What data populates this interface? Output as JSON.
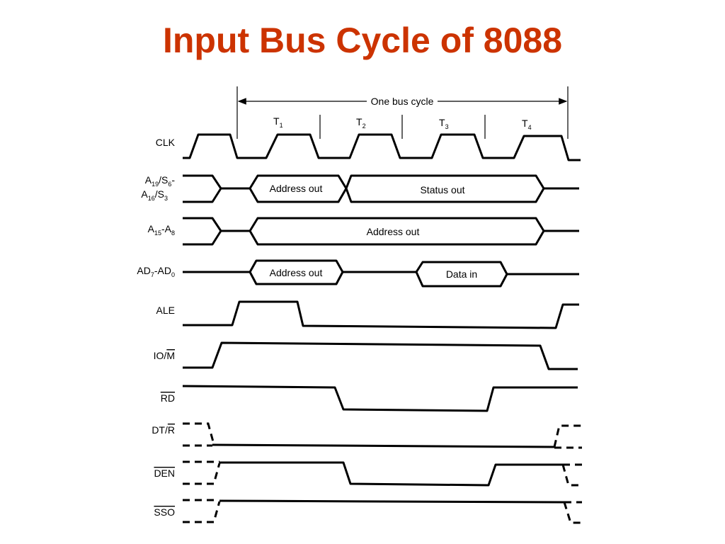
{
  "title": "Input Bus Cycle of 8088",
  "accent_color": "#cc3300",
  "bus_cycle_label": "One bus cycle",
  "states": [
    {
      "label": "T",
      "sub": "1"
    },
    {
      "label": "T",
      "sub": "2"
    },
    {
      "label": "T",
      "sub": "3"
    },
    {
      "label": "T",
      "sub": "4"
    }
  ],
  "signals": {
    "clk": "CLK",
    "a19": {
      "p1": "A",
      "s1": "19",
      "p2": "/S",
      "s2": "6",
      "p3": "-"
    },
    "a16": {
      "p1": "A",
      "s1": "16",
      "p2": "/S",
      "s2": "3"
    },
    "a15": {
      "p1": "A",
      "s1": "15",
      "p2": "-A",
      "s2": "8"
    },
    "ad7": {
      "p1": "AD",
      "s1": "7",
      "p2": "-AD",
      "s2": "0"
    },
    "ale": "ALE",
    "iom": {
      "p1": "IO/",
      "bar": "M"
    },
    "rd": "RD",
    "dtr": {
      "p1": "DT/",
      "bar": "R"
    },
    "den": "DEN",
    "sso": "SSO"
  },
  "boxes": {
    "a19_address": "Address out",
    "a19_status": "Status out",
    "a15_address": "Address out",
    "ad_address": "Address out",
    "ad_data": "Data in"
  }
}
